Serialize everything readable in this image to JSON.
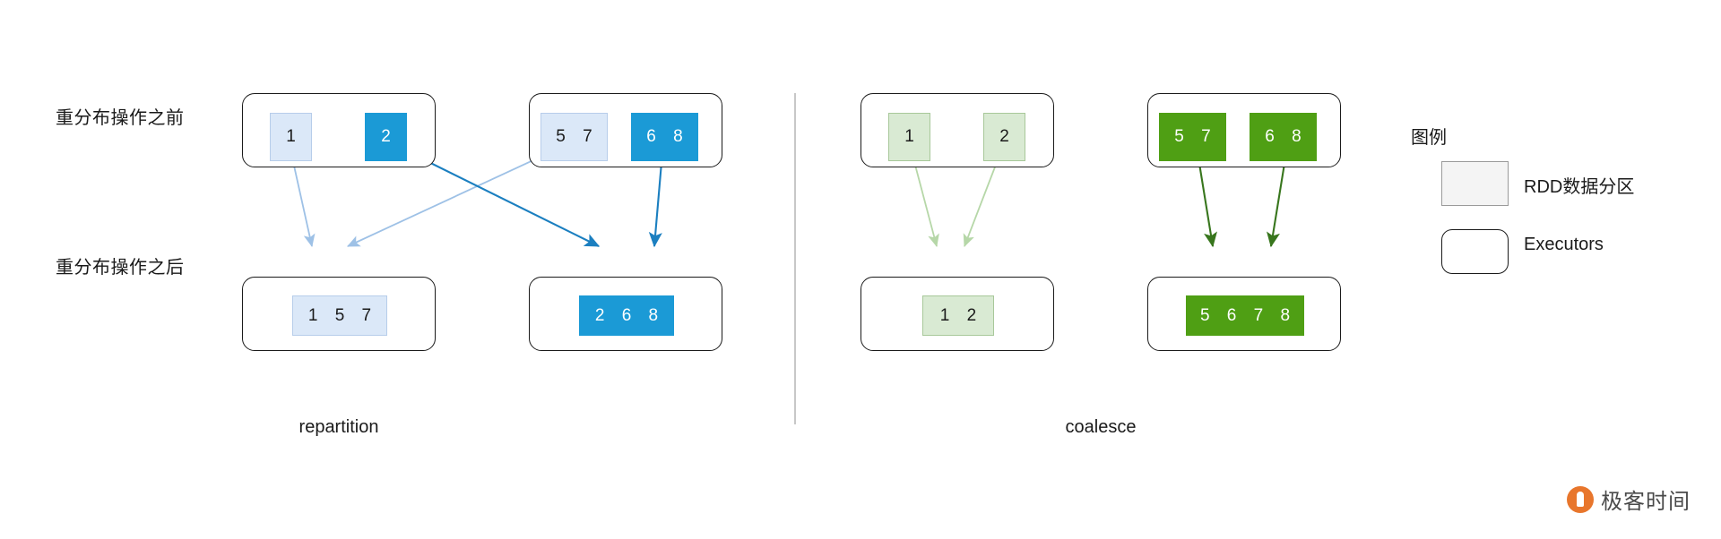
{
  "diagram": {
    "row_labels": {
      "before": "重分布操作之前",
      "after": "重分布操作之后"
    },
    "captions": {
      "left": "repartition",
      "right": "coalesce"
    },
    "legend": {
      "title": "图例",
      "partition_label": "RDD数据分区",
      "executor_label": "Executors"
    },
    "watermark": {
      "text": "极客时间"
    },
    "colors": {
      "blue_light_fill": "#dbe8f8",
      "blue_light_stroke": "#b7cdea",
      "blue_dark_fill": "#1b9ad6",
      "green_light_fill": "#d9ead3",
      "green_light_stroke": "#a8c89a",
      "green_dark_fill": "#4f9f14",
      "executor_stroke": "#1a1a1a",
      "legend_swatch_fill": "#f4f4f4",
      "divider": "#c7c7c7",
      "watermark_logo": "#e8762c"
    },
    "repartition": {
      "before": [
        {
          "executor": "exec-1",
          "partitions": [
            "1",
            "2"
          ]
        },
        {
          "executor": "exec-2",
          "partitions": [
            "5 7",
            "6 8"
          ]
        }
      ],
      "after": [
        {
          "executor": "exec-3",
          "partitions": [
            "1 5 7"
          ]
        },
        {
          "executor": "exec-4",
          "partitions": [
            "2 6 8"
          ]
        }
      ]
    },
    "coalesce": {
      "before": [
        {
          "executor": "exec-5",
          "partitions": [
            "1",
            "2"
          ]
        },
        {
          "executor": "exec-6",
          "partitions": [
            "5 7",
            "6 8"
          ]
        }
      ],
      "after": [
        {
          "executor": "exec-7",
          "partitions": [
            "1 2"
          ]
        },
        {
          "executor": "exec-8",
          "partitions": [
            "5 6 7 8"
          ]
        }
      ]
    },
    "cells": {
      "rp_b1_p1": "1",
      "rp_b1_p2": "2",
      "rp_b2_p1": "5 7",
      "rp_b2_p2": "6 8",
      "rp_a1_p1": "1 5 7",
      "rp_a2_p1": "2 6 8",
      "co_b1_p1": "1",
      "co_b1_p2": "2",
      "co_b2_p1": "5 7",
      "co_b2_p2": "6 8",
      "co_a1_p1": "1 2",
      "co_a2_p1": "5 6 7 8"
    }
  }
}
